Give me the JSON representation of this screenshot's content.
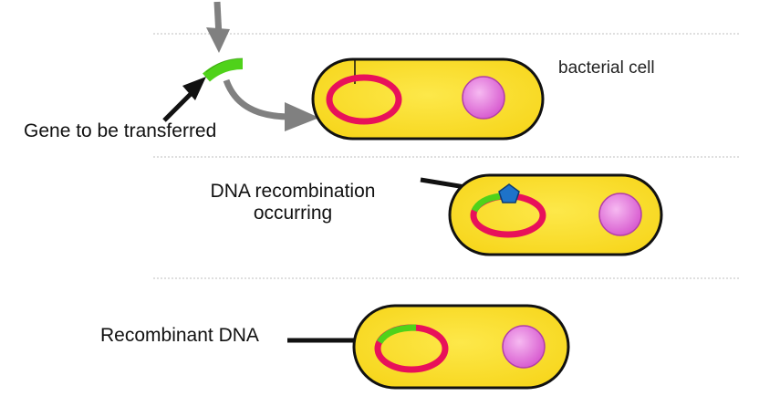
{
  "labels": {
    "gene": "Gene to be transferred",
    "bacterial_cell": "bacterial cell",
    "recombination_line1": "DNA recombination",
    "recombination_line2": "occurring",
    "recombinant": "Recombinant DNA"
  },
  "colors": {
    "cell_fill": "#fbe02a",
    "cell_stroke": "#111111",
    "plasmid": "#e8115a",
    "gene": "#4fd21a",
    "nucleoid": "#e46fdc",
    "enzyme": "#1e73c9",
    "arrow_gray": "#7d7d7d",
    "divider": "#c8c8c8"
  }
}
